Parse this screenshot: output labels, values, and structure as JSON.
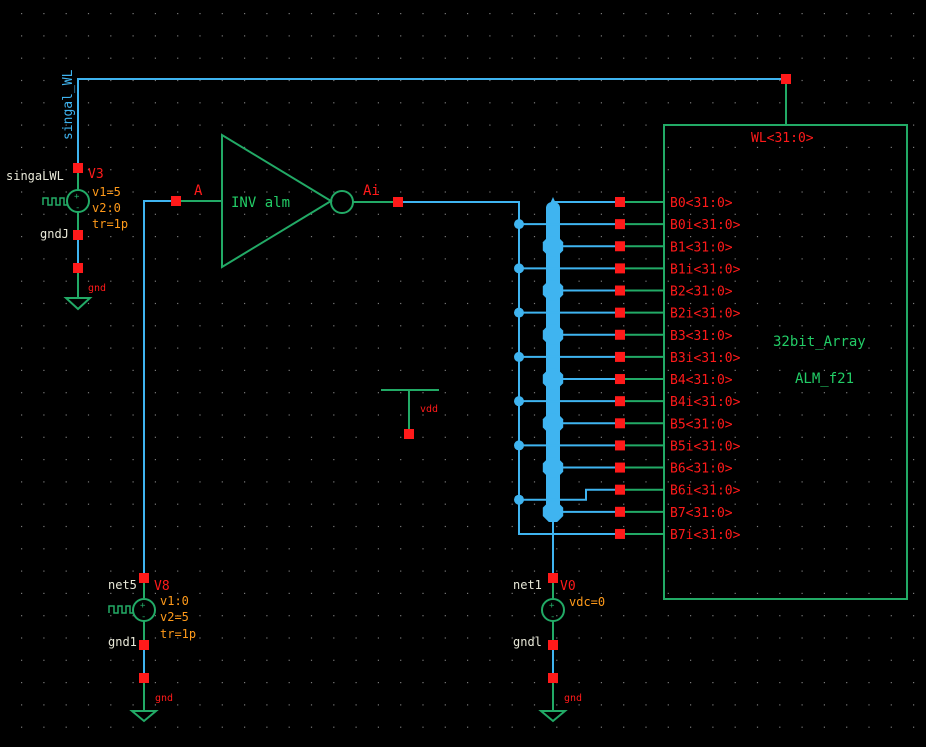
{
  "schematic": {
    "colors": {
      "background": "#000000",
      "grid_dot": "#7a7a7a",
      "wire": "#3fb4f0",
      "symbol": "#22aa66",
      "pin": "#ff1a1a",
      "label_red": "#ff1a1a",
      "param_orange": "#ff9a1a",
      "net_white": "#e8e8d8"
    },
    "wire_label_top": "singal_WL",
    "source_v3": {
      "instance": "V3",
      "net_top": "singaLWL",
      "net_bottom": "gndJ",
      "params": [
        "v1=5",
        "v2:0",
        "tr=1p"
      ],
      "ground_label": "gnd"
    },
    "source_v8": {
      "instance": "V8",
      "net_top": "net5",
      "net_bottom": "gnd1",
      "params": [
        "v1:0",
        "v2=5",
        "tr=1p"
      ],
      "ground_label": "gnd"
    },
    "source_v0": {
      "instance": "V0",
      "net_top": "net1",
      "net_bottom": "gndl",
      "params": [
        "vdc=0"
      ],
      "ground_label": "gnd"
    },
    "inverter": {
      "name": "INV alm",
      "input_pin": "A",
      "output_pin": "Ai"
    },
    "vdd_label": "vdd",
    "array_block": {
      "line1": "32bit_Array",
      "line2": "ALM_f21",
      "top_pin": "WL<31:0>",
      "pins": [
        "B0<31:0>",
        "B0i<31:0>",
        "B1<31:0>",
        "B1i<31:0>",
        "B2<31:0>",
        "B2i<31:0>",
        "B3<31:0>",
        "B3i<31:0>",
        "B4<31:0>",
        "B4i<31:0>",
        "B5<31:0>",
        "B5i<31:0>",
        "B6<31:0>",
        "B6i<31:0>",
        "B7<31:0>",
        "B7i<31:0>"
      ]
    }
  }
}
